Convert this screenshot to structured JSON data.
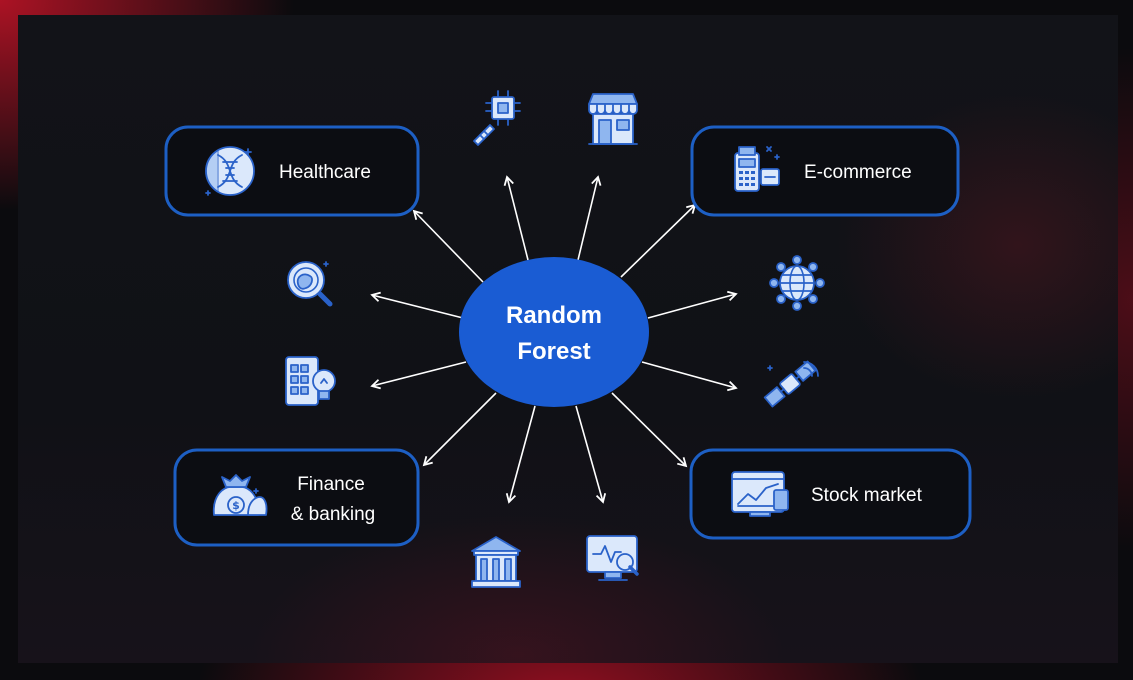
{
  "center": {
    "line1": "Random",
    "line2": "Forest"
  },
  "colors": {
    "accent": "#1d5fc4",
    "center_fill": "#1a5cd3",
    "icon_stroke": "#2a62c9",
    "icon_fill": "#dbe8fb"
  },
  "applications": {
    "healthcare": {
      "label": "Healthcare",
      "icon": "dna-icon"
    },
    "ecommerce": {
      "label": "E-commerce",
      "icon": "cash-register-icon"
    },
    "finance": {
      "line1": "Finance",
      "line2": "& banking",
      "icon": "money-bags-icon"
    },
    "stock": {
      "label": "Stock market",
      "icon": "stock-chart-icon"
    }
  },
  "standalone_icons": [
    "circuit-key-icon",
    "storefront-icon",
    "bacteria-magnifier-icon",
    "tablet-lightbulb-icon",
    "globe-network-icon",
    "satellite-icon",
    "bank-building-icon",
    "monitor-analysis-icon"
  ]
}
